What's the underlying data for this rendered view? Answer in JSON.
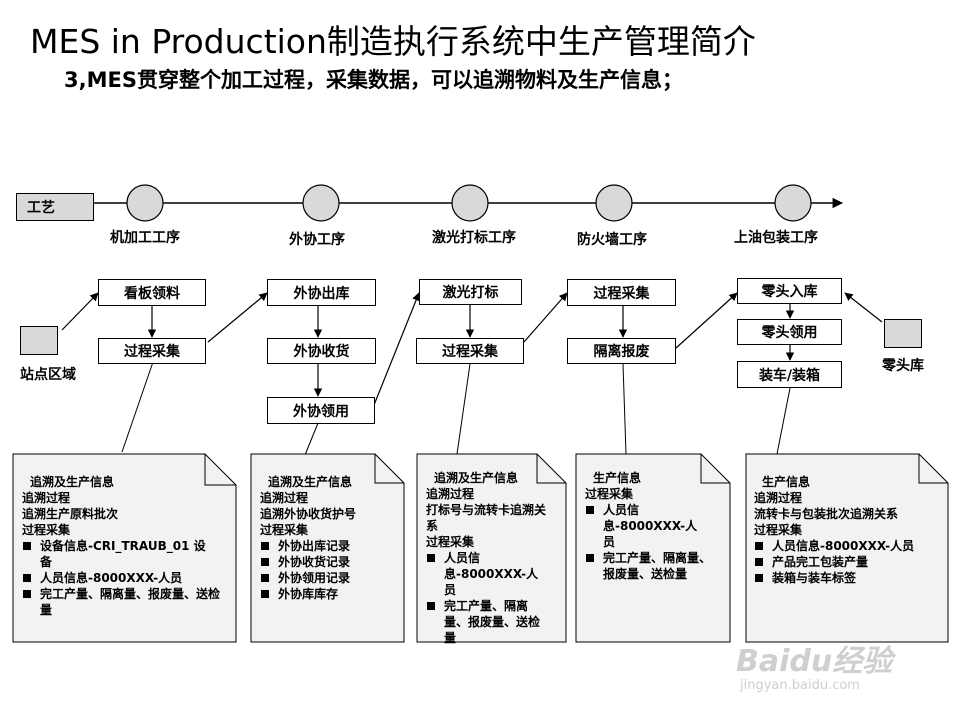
{
  "title": "MES in Production制造执行系统中生产管理简介",
  "subtitle": "3,MES贯穿整个加工过程，采集数据，可以追溯物料及生产信息；",
  "craft_label": "工艺",
  "operations": [
    "机加工工序",
    "外协工序",
    "激光打标工序",
    "防火墙工序",
    "上油包装工序"
  ],
  "left_station": "站点区域",
  "right_station": "零头库",
  "columns": [
    {
      "boxes": [
        "看板领料",
        "过程采集"
      ]
    },
    {
      "boxes": [
        "外协出库",
        "外协收货",
        "外协领用"
      ]
    },
    {
      "boxes": [
        "激光打标",
        "过程采集"
      ]
    },
    {
      "boxes": [
        "过程采集",
        "隔离报废"
      ]
    },
    {
      "boxes": [
        "零头入库",
        "零头领用",
        "装车/装箱"
      ]
    }
  ],
  "notes": [
    {
      "lines": [
        "追溯及生产信息",
        "追溯过程",
        "追溯生产原料批次",
        "过程采集"
      ],
      "bullets": [
        "设备信息-CRI_TRAUB_01 设备",
        "人员信息-8000XXX-人员",
        "完工产量、隔离量、报废量、送检量"
      ]
    },
    {
      "lines": [
        "追溯及生产信息",
        "追溯过程",
        "追溯外协收货护号",
        "过程采集"
      ],
      "bullets": [
        "外协出库记录",
        "外协收货记录",
        "外协领用记录",
        "外协库库存"
      ]
    },
    {
      "lines": [
        "追溯及生产信息",
        "追溯过程",
        "打标号与流转卡追溯关系",
        "过程采集"
      ],
      "bullets": [
        "人员信息-8000XXX-人员",
        "完工产量、隔离量、报废量、送检量"
      ]
    },
    {
      "lines": [
        "生产信息",
        "过程采集"
      ],
      "bullets": [
        "人员信息-8000XXX-人员",
        "完工产量、隔离量、报废量、送检量"
      ]
    },
    {
      "lines": [
        "生产信息",
        "追溯过程",
        "流转卡与包装批次追溯关系",
        "过程采集"
      ],
      "bullets": [
        "人员信息-8000XXX-人员",
        "产品完工包装产量",
        "装箱与装车标签"
      ]
    }
  ],
  "watermark": {
    "logo": "Baidu经验",
    "url": "jingyan.baidu.com"
  },
  "colors": {
    "node_fill": "#d9d9d9",
    "note_fill": "#f2f2f2",
    "line": "#000000"
  }
}
